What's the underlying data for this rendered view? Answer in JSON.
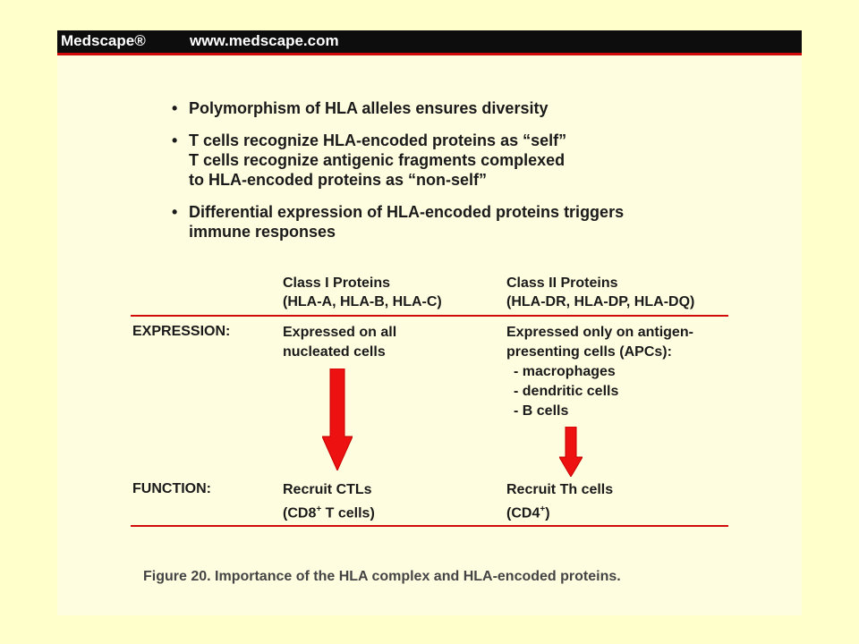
{
  "header": {
    "logo": "Medscape®",
    "url": "www.medscape.com"
  },
  "bullets": [
    {
      "lines": [
        "Polymorphism of HLA alleles ensures diversity"
      ]
    },
    {
      "lines": [
        "T cells recognize HLA-encoded proteins as “self”",
        "T cells recognize antigenic fragments complexed",
        "to HLA-encoded proteins as “non-self”"
      ]
    },
    {
      "lines": [
        "Differential expression of HLA-encoded proteins triggers",
        "immune responses"
      ]
    }
  ],
  "bullet_glyph": "•",
  "table": {
    "class1_header": [
      "Class I Proteins",
      "(HLA-A, HLA-B, HLA-C)"
    ],
    "class2_header": [
      "Class II Proteins",
      "(HLA-DR, HLA-DP, HLA-DQ)"
    ],
    "expression_label": "EXPRESSION:",
    "function_label": "FUNCTION:",
    "class1_expression": [
      "Expressed on all",
      "nucleated cells"
    ],
    "class2_expression": [
      "Expressed only on antigen-",
      "presenting cells (APCs):",
      "- macrophages",
      "- dendritic cells",
      "- B cells"
    ],
    "class1_function_line1": "Recruit CTLs",
    "class1_function_line2_prefix": "(CD8",
    "class1_function_line2_sup": "+",
    "class1_function_line2_suffix": " T cells)",
    "class2_function_line1": "Recruit Th cells",
    "class2_function_line2_prefix": "(CD4",
    "class2_function_line2_sup": "+",
    "class2_function_line2_suffix": ")"
  },
  "caption": "Figure 20. Importance of the HLA complex and HLA-encoded proteins.",
  "colors": {
    "background": "#ffffcc",
    "rule": "#d10a0a",
    "arrow": "#ee1111",
    "header_bg": "#0d0d0d"
  }
}
